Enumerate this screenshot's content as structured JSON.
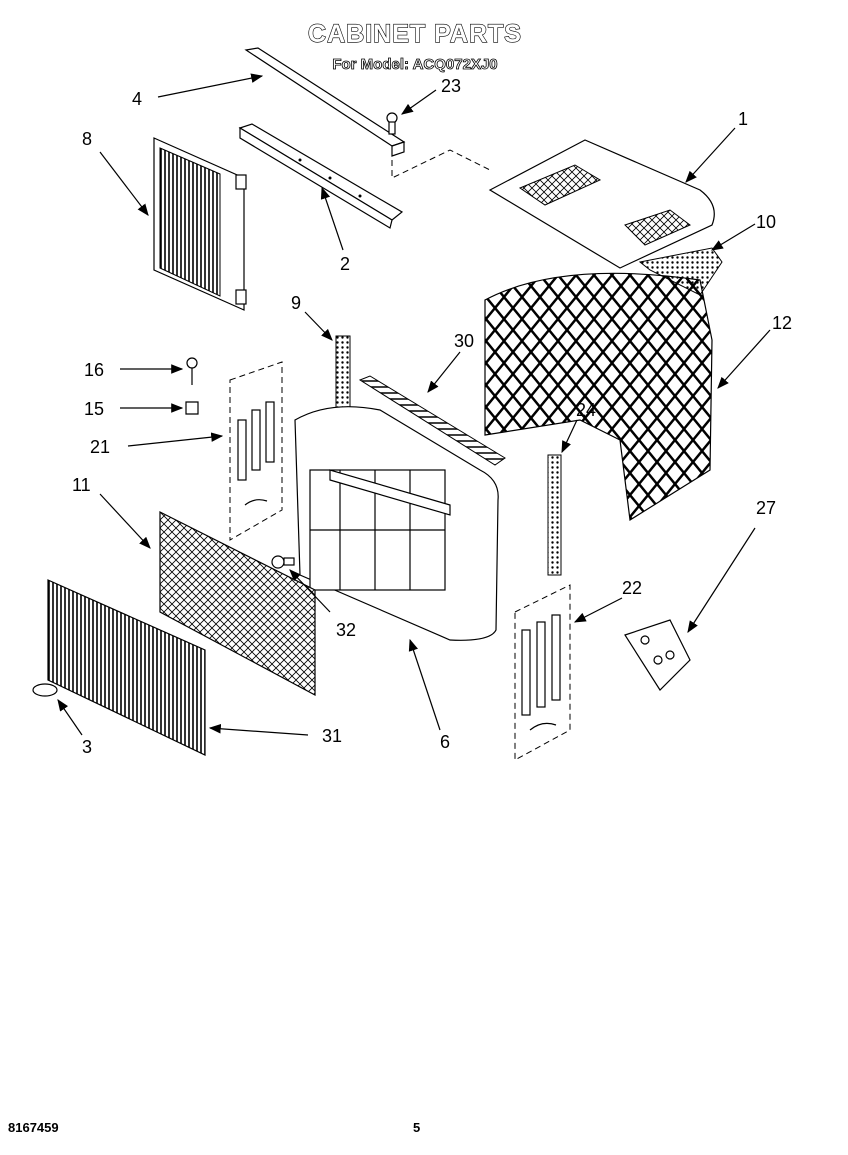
{
  "title": "CABINET PARTS",
  "model_line": "For Model: ACQ072XJ0",
  "footer": {
    "doc_number": "8167459",
    "page_number": "5"
  },
  "callouts": {
    "c1": "1",
    "c2": "2",
    "c3": "3",
    "c4": "4",
    "c6": "6",
    "c8": "8",
    "c9": "9",
    "c10": "10",
    "c11": "11",
    "c12": "12",
    "c15": "15",
    "c16": "16",
    "c21": "21",
    "c22": "22",
    "c23": "23",
    "c24": "24",
    "c27": "27",
    "c30": "30",
    "c31": "31",
    "c32": "32"
  }
}
